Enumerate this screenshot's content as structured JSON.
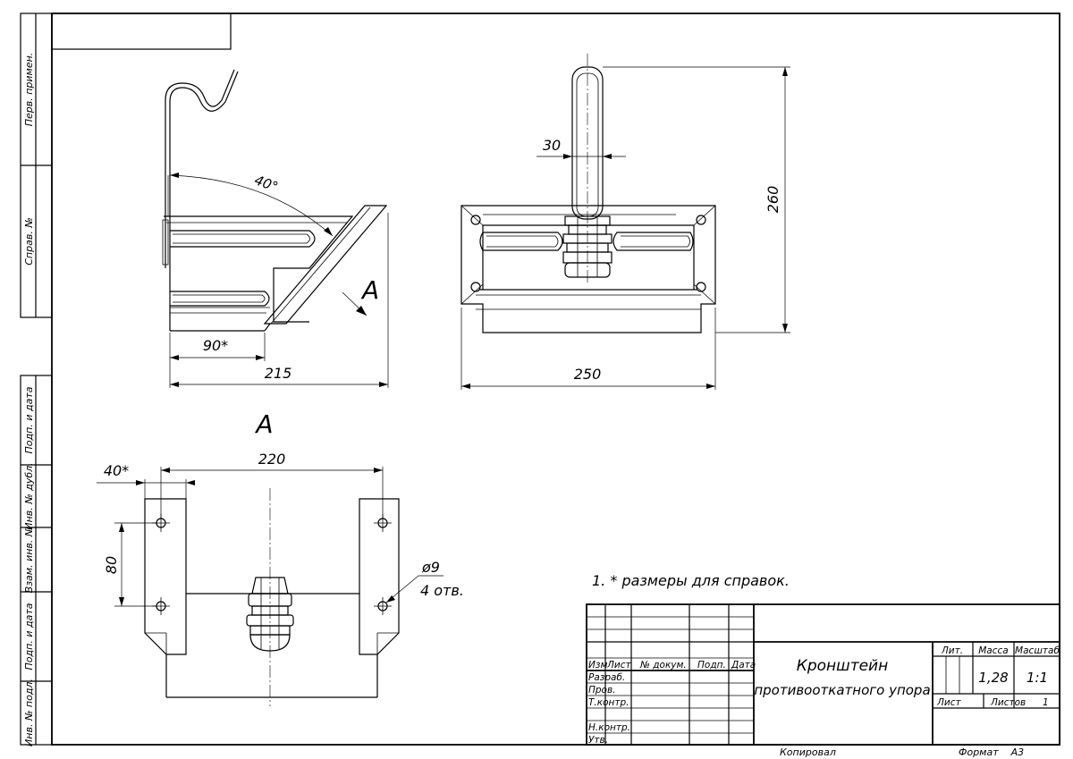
{
  "side_labels": [
    "Перв. примен.",
    "Справ. №",
    "Подп. и дата",
    "Инв. № дубл.",
    "Взам. инв. №",
    "Подп. и дата",
    "Инв. № подл."
  ],
  "dimensions": {
    "angle": "40°",
    "w90": "90*",
    "w215": "215",
    "w30": "30",
    "h260": "260",
    "w250": "250",
    "w220": "220",
    "w40": "40*",
    "h80": "80",
    "hole": "ø9",
    "holes": "4 отв."
  },
  "view_labels": {
    "arrow": "A",
    "view": "A"
  },
  "note": "1.  * размеры для справок.",
  "title_block": {
    "headers": [
      "Изм",
      "Лист",
      "№ докум.",
      "Подп.",
      "Дата"
    ],
    "roles": [
      "Разраб.",
      "Пров.",
      "Т.контр.",
      "Н.контр.",
      "Утв."
    ],
    "title_line1": "Кронштейн",
    "title_line2": "противооткатного упора",
    "col_lit": "Лит.",
    "col_mass": "Масса",
    "col_scale": "Масштаб",
    "mass": "1,28",
    "scale": "1:1",
    "sheet_label": "Лист",
    "sheets_label": "Листов",
    "sheets_count": "1"
  },
  "footer": {
    "copied": "Копировал",
    "format": "Формат    А3"
  }
}
